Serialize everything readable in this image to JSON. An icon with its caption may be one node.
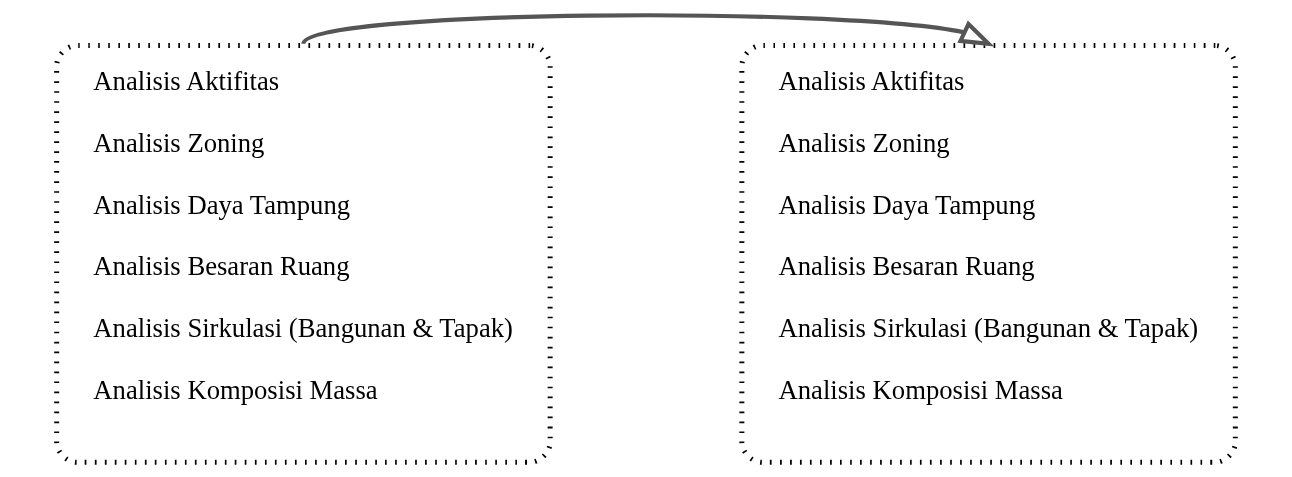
{
  "diagram": {
    "nodes": [
      {
        "text": [
          "Analisis Aktifitas",
          "Analisis Zoning",
          "Analisis Daya Tampung",
          "Analisis Besaran Ruang",
          "Analisis Sirkulasi (Bangunan & Tapak)",
          "Analisis Komposisi Massa"
        ]
      },
      {
        "text": [
          "Analisis Aktifitas",
          "Analisis Zoning",
          "Analisis Daya Tampung",
          "Analisis Besaran Ruang",
          "Analisis Sirkulasi (Bangunan & Tapak)",
          "Analisis Komposisi Massa"
        ]
      }
    ],
    "edges": [
      {
        "from": 0,
        "to": 1,
        "arrow": "to"
      }
    ]
  }
}
